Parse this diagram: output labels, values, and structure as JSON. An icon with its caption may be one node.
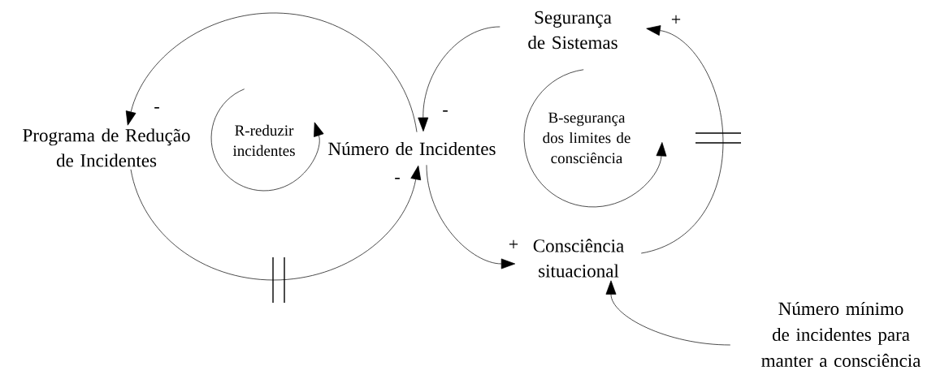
{
  "diagram": {
    "nodes": [
      {
        "text": [
          "Programa de Redução de Incidentes"
        ]
      },
      {
        "text": [
          "Número de Incidentes"
        ]
      },
      {
        "text": [
          "Segurança de Sistemas"
        ]
      },
      {
        "text": [
          "Consciência situacional"
        ]
      },
      {
        "text": [
          "Número mínimo de incidentes para manter a consciência"
        ]
      }
    ],
    "edges": [
      {
        "from": 1,
        "to": 0,
        "arrow": "to",
        "label": "-"
      },
      {
        "from": 0,
        "to": 1,
        "arrow": "to",
        "label": "-"
      },
      {
        "from": 2,
        "to": 1,
        "arrow": "to",
        "label": "-"
      },
      {
        "from": 1,
        "to": 3,
        "arrow": "to",
        "label": "+"
      },
      {
        "from": 3,
        "to": 2,
        "arrow": "to",
        "label": "+"
      },
      {
        "from": 4,
        "to": 3,
        "arrow": "to"
      }
    ],
    "labels": [
      "R-reduzir incidentes",
      "B-segurança dos limites de consciência"
    ]
  }
}
